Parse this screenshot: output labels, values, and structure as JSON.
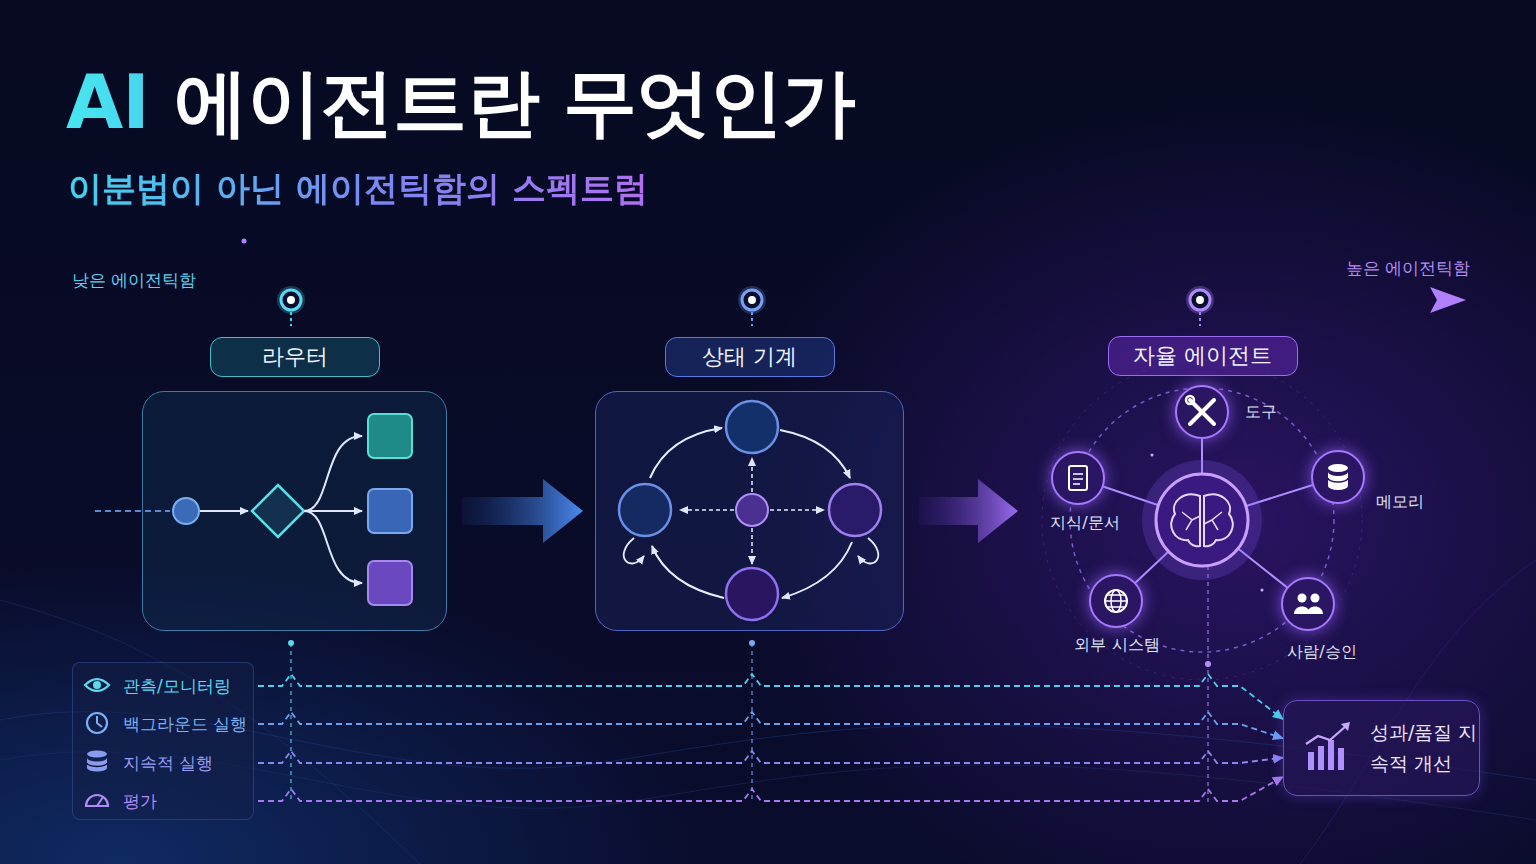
{
  "diagram": {
    "title": "AI 에이전트란 무엇인가",
    "nodes": [
      {
        "text": [
          "라우터"
        ]
      },
      {
        "text": [
          "상태 기계"
        ]
      },
      {
        "text": [
          "자율 에이전트"
        ]
      },
      {
        "text": [
          "도구"
        ],
        "in": 2
      },
      {
        "text": [
          "지식/문서"
        ],
        "in": 2
      },
      {
        "text": [
          "메모리"
        ],
        "in": 2
      },
      {
        "text": [
          "외부 시스템"
        ],
        "in": 2
      },
      {
        "text": [
          "사람/승인"
        ],
        "in": 2
      },
      {
        "text": [
          "관측/모니터링",
          "백그라운드 실행",
          "지속적 실행",
          "평가"
        ]
      },
      {
        "text": [
          "성과/품질 지속적 개선"
        ]
      }
    ],
    "edges": [
      {
        "from": 0,
        "to": 1,
        "arrow": "to"
      },
      {
        "from": 1,
        "to": 2,
        "arrow": "to"
      },
      {
        "from": 8,
        "to": 9,
        "arrow": "to"
      },
      {
        "from": 8,
        "to": 9,
        "arrow": "to"
      },
      {
        "from": 8,
        "to": 9,
        "arrow": "to"
      },
      {
        "from": 8,
        "to": 9,
        "arrow": "to"
      }
    ],
    "labels": [
      "이분법이 아닌 에이전틱함의 스펙트럼",
      "낮은 에이전틱함",
      "높은 에이전틱함"
    ]
  }
}
